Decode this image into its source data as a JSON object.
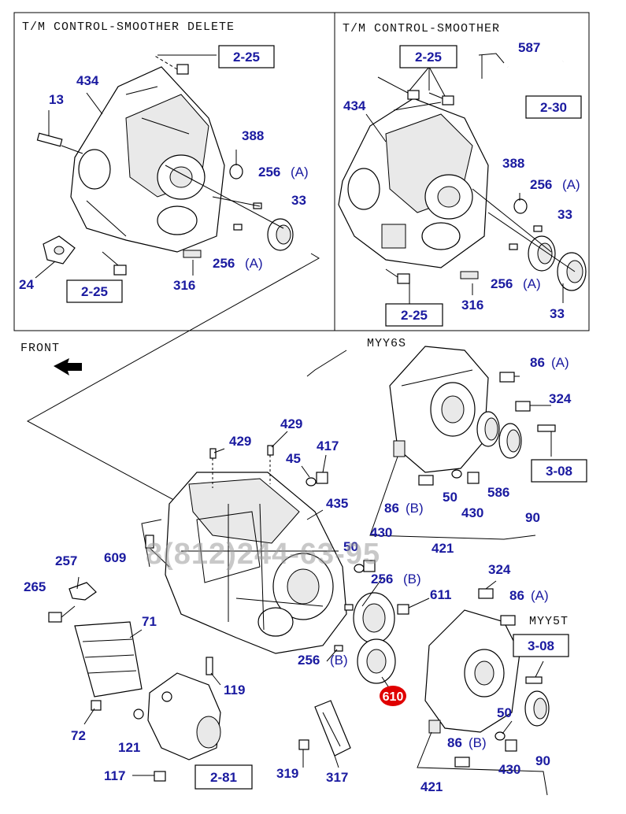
{
  "panels": {
    "left_title": "T/M CONTROL-SMOOTHER DELETE",
    "right_title": "T/M CONTROL-SMOOTHER"
  },
  "labels": {
    "front": "FRONT",
    "myy6s": "MYY6S",
    "myy5t": "MYY5T",
    "watermark": "8(812)244-63-95"
  },
  "callouts": {
    "p434a": "434",
    "p13": "13",
    "p388a": "388",
    "p256a1": "256",
    "p33a": "33",
    "p24": "24",
    "p316a": "316",
    "p256a2": "256",
    "p434b": "434",
    "p587": "587",
    "p388b": "388",
    "p256b1": "256",
    "p33b1": "33",
    "p316b": "316",
    "p256b2": "256",
    "p33b2": "33",
    "p86a": "86",
    "p324a": "324",
    "p86b": "86",
    "p50a": "50",
    "p430a": "430",
    "p586": "586",
    "p90a": "90",
    "p421a": "421",
    "p429a": "429",
    "p429b": "429",
    "p45": "45",
    "p417": "417",
    "p435": "435",
    "p430b": "430",
    "p50b": "50",
    "p609": "609",
    "p257": "257",
    "p265": "265",
    "p256c1": "256",
    "p611": "611",
    "p324b": "324",
    "p86c": "86",
    "p71": "71",
    "p256c2": "256",
    "p119": "119",
    "p610": "610",
    "p72": "72",
    "p121": "121",
    "p117": "117",
    "p319": "319",
    "p317": "317",
    "p50c": "50",
    "p86d": "86",
    "p430c": "430",
    "p90b": "90",
    "p421b": "421"
  },
  "suffixes": {
    "s256a1": "(A)",
    "s256a2": "(A)",
    "s256b1": "(A)",
    "s256b2": "(A)",
    "s86a": "(A)",
    "s86b": "(B)",
    "s256c1": "(B)",
    "s86c": "(A)",
    "s256c2": "(B)",
    "s86d": "(B)"
  },
  "refs": {
    "r225a": "2-25",
    "r225b": "2-25",
    "r225c": "2-25",
    "r225d": "2-25",
    "r230": "2-30",
    "r308a": "3-08",
    "r308b": "3-08",
    "r281": "2-81"
  },
  "colors": {
    "callout_text": "#1a1aa0",
    "highlight_badge": "#e00000",
    "watermark": "#9a9a9a"
  }
}
